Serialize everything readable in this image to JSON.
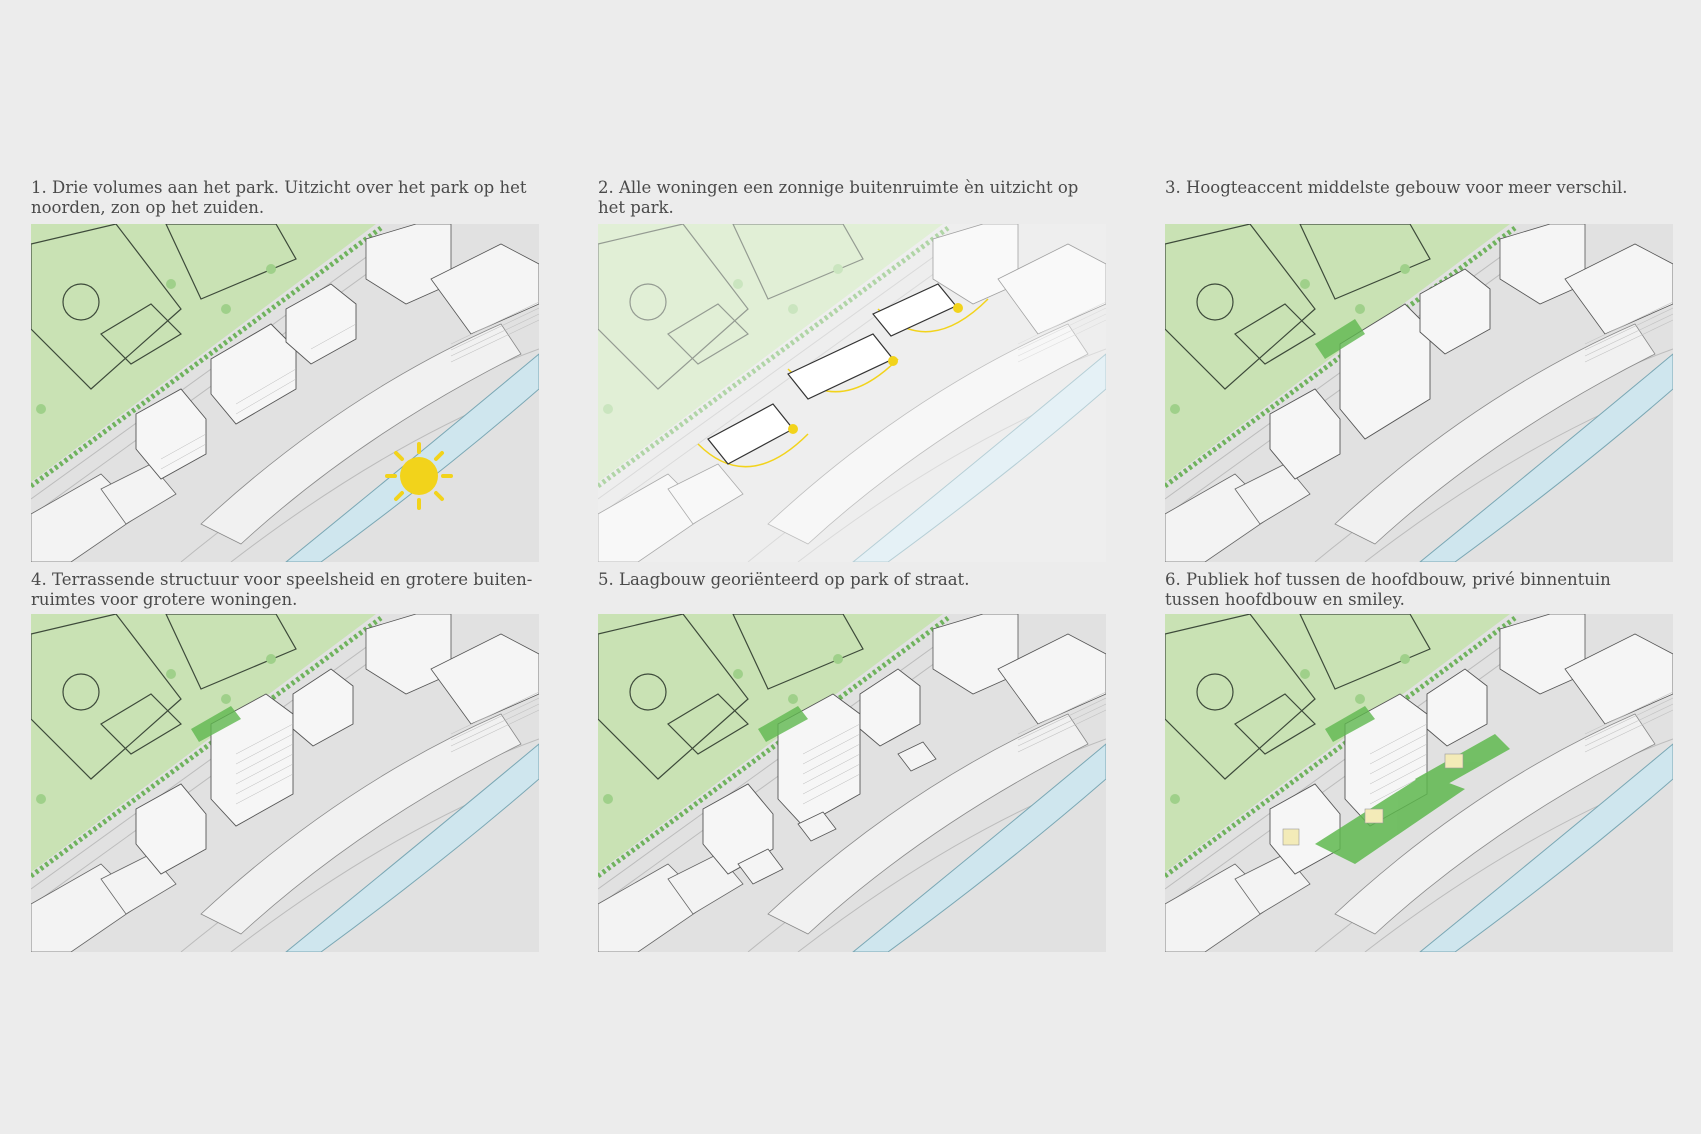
{
  "panels": [
    {
      "id": 1,
      "caption": "1. Drie volumes aan het park. Uitzicht over het park op het\nnoorden, zon op het zuiden."
    },
    {
      "id": 2,
      "caption": "2. Alle woningen een zonnige buitenruimte èn uitzicht op\nhet park."
    },
    {
      "id": 3,
      "caption": "3. Hoogteaccent middelste gebouw voor meer verschil."
    },
    {
      "id": 4,
      "caption": "4. Terrassende structuur voor speelsheid en grotere buiten-\nruimtes voor grotere woningen."
    },
    {
      "id": 5,
      "caption": "5. Laagbouw georiënteerd op park of straat."
    },
    {
      "id": 6,
      "caption": "6. Publiek hof tussen de hoofdbouw, privé binnentuin\ntussen hoofdbouw en smiley."
    }
  ],
  "colors": {
    "background": "#ececec",
    "park": "#c9e2b4",
    "grass_line": "#3d4a3a",
    "water": "#cfe6ee",
    "building": "#f4f4f4",
    "sun": "#f2d31b",
    "green_accent": "#5fb84f"
  }
}
